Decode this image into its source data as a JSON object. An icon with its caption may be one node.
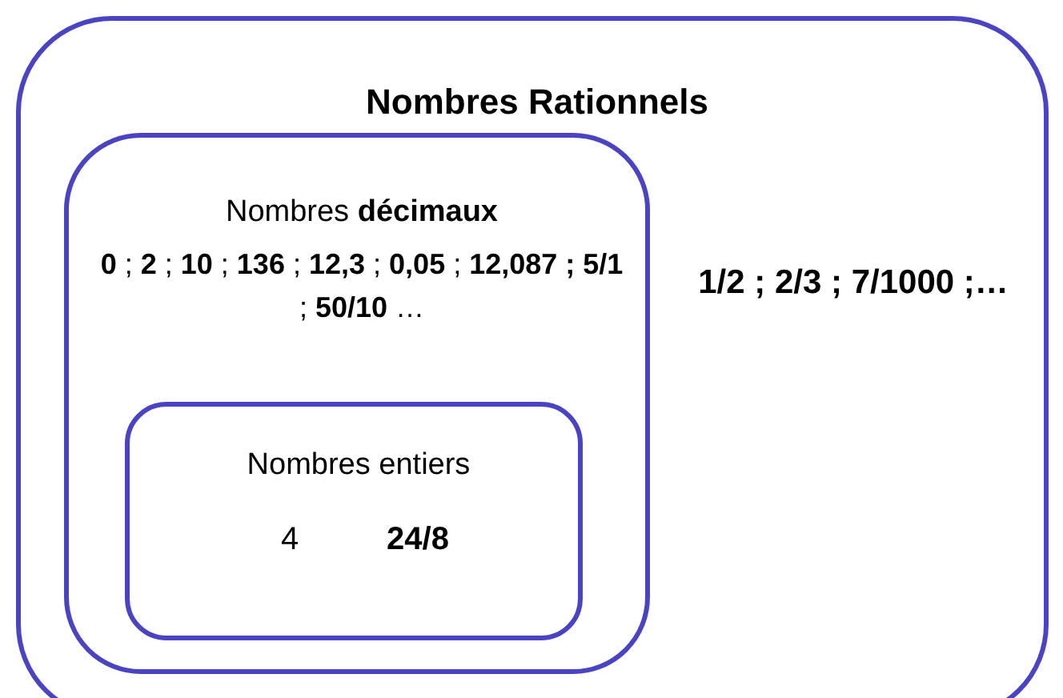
{
  "diagram": {
    "nodes": [
      {
        "text": [
          "Nombres Rationnels",
          "1/2 ; 2/3 ; 7/1000 ;…"
        ]
      },
      {
        "text": [
          "Nombres **décimaux**",
          "**0** ; **2** ; **10** ; **136** ; **12,3** ; **0,05** ; **12,087 ; 5/1** ; **50/10** …"
        ],
        "in": 0
      },
      {
        "text": [
          "Nombres entiers",
          "4",
          "**24/8**"
        ],
        "in": 1
      }
    ],
    "edges": []
  }
}
